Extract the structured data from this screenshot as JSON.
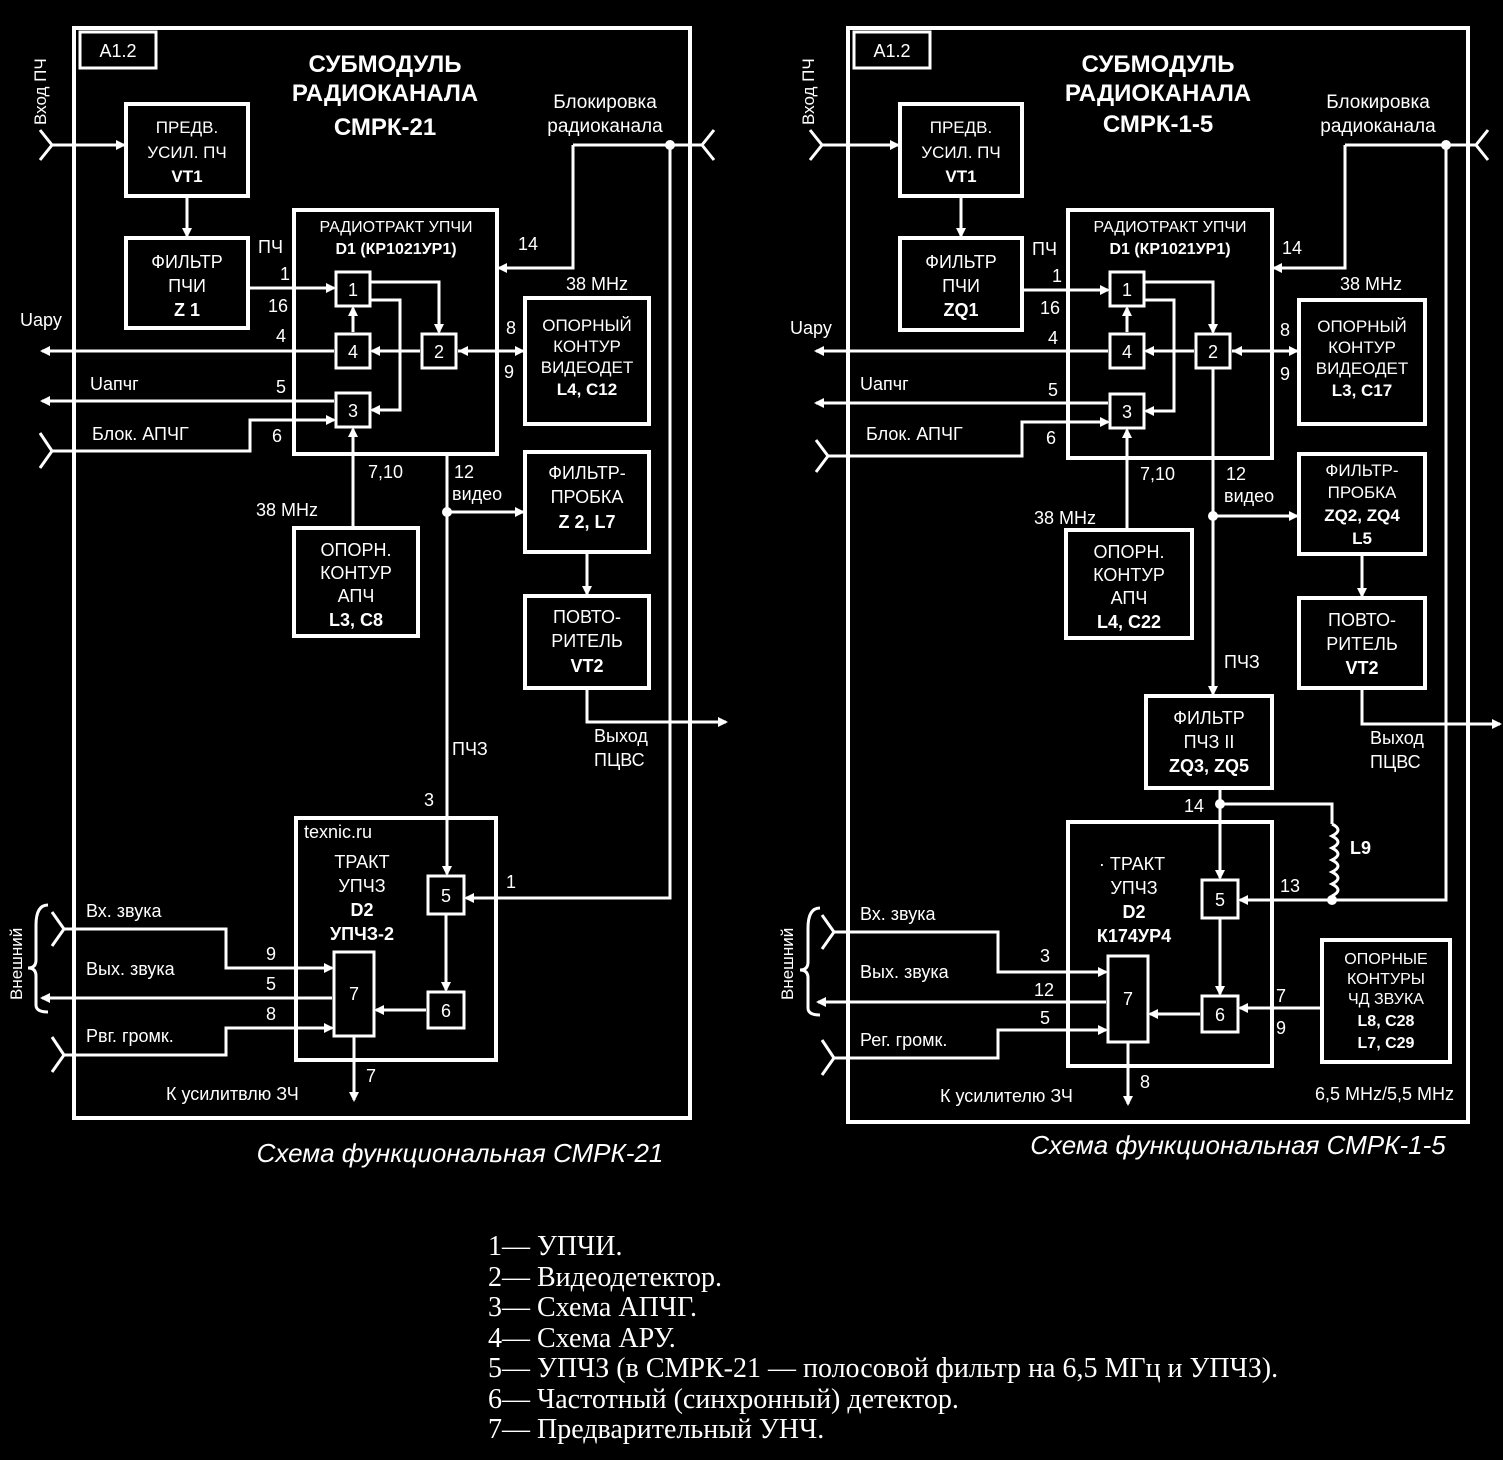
{
  "diagrams": [
    {
      "id": "smrk21",
      "module_id": "A1.2",
      "title": [
        "СУБМОДУЛЬ",
        "РАДИОКАНАЛА",
        "СМРК-21"
      ],
      "blocking_label": [
        "Блокировка",
        "радиоканала"
      ],
      "input_label": "Вход ПЧ",
      "external_label": "Внешний",
      "preamp": [
        "ПРЕДВ.",
        "УСИЛ. ПЧ",
        "VT1"
      ],
      "filter_pchi": [
        "ФИЛЬТР",
        "ПЧИ",
        "Z 1"
      ],
      "radiotrakt": [
        "РАДИОТРАКТ УПЧИ",
        "D1 (КР1021УР1)"
      ],
      "ref_video": [
        "ОПОРНЫЙ",
        "КОНТУР",
        "ВИДЕОДЕТ",
        "L4, C12"
      ],
      "filter_probka": [
        "ФИЛЬТР-",
        "ПРОБКА",
        "Z 2, L7"
      ],
      "repeater": [
        "ПОВТО-",
        "РИТЕЛЬ",
        "VT2"
      ],
      "ref_apch": [
        "ОПОРН.",
        "КОНТУР",
        "АПЧ",
        "L3, C8"
      ],
      "sound_tract": [
        "ТРАКТ",
        "УПЧЗ",
        "D2",
        "УПЧЗ-2"
      ],
      "watermark": "texnic.ru",
      "labels": {
        "pch": "ПЧ",
        "uaru": "Uару",
        "uapchg": "Uапчг",
        "blok_apchg": "Блок. АПЧГ",
        "mhz_38a": "38 MHz",
        "mhz_38b": "38 MHz",
        "pin_7_10": "7,10",
        "pin_12": "12",
        "video": "видео",
        "pchz": "ПЧЗ",
        "out_pcvs": [
          "Выход",
          "ПЦВС"
        ],
        "vx_zvuka": "Вх. звука",
        "vyx_zvuka": "Вых. звука",
        "rg_gromk": "Рвг. громк.",
        "to_amp": "К усилитвлю ЗЧ"
      },
      "pins": {
        "p1": "1",
        "p16": "16",
        "p4": "4",
        "p5": "5",
        "p6": "6",
        "p14": "14",
        "p8": "8",
        "p9": "9",
        "p3": "3",
        "s1": "1",
        "s9": "9",
        "s5": "5",
        "s8": "8",
        "s7": "7"
      },
      "nodes": [
        "1",
        "2",
        "3",
        "4",
        "5",
        "6",
        "7"
      ],
      "caption": "Схема функциональная СМРК-21"
    },
    {
      "id": "smrk15",
      "module_id": "A1.2",
      "title": [
        "СУБМОДУЛЬ",
        "РАДИОКАНАЛА",
        "СМРК-1-5"
      ],
      "blocking_label": [
        "Блокировка",
        "радиоканала"
      ],
      "input_label": "Вход ПЧ",
      "external_label": "Внешний",
      "preamp": [
        "ПРЕДВ.",
        "УСИЛ. ПЧ",
        "VT1"
      ],
      "filter_pchi": [
        "ФИЛЬТР",
        "ПЧИ",
        "ZQ1"
      ],
      "radiotrakt": [
        "РАДИОТРАКТ УПЧИ",
        "D1 (КР1021УР1)"
      ],
      "ref_video": [
        "ОПОРНЫЙ",
        "КОНТУР",
        "ВИДЕОДЕТ",
        "L3, C17"
      ],
      "filter_probka": [
        "ФИЛЬТР-",
        "ПРОБКА",
        "ZQ2, ZQ4",
        "L5"
      ],
      "repeater": [
        "ПОВТО-",
        "РИТЕЛЬ",
        "VT2"
      ],
      "ref_apch": [
        "ОПОРН.",
        "КОНТУР",
        "АПЧ",
        "L4, C22"
      ],
      "filter_pchz": [
        "ФИЛЬТР",
        "ПЧЗ II",
        "ZQ3, ZQ5"
      ],
      "sound_tract": [
        "· ТРАКТ",
        "УПЧЗ",
        "D2",
        "К174УР4"
      ],
      "ref_sound": [
        "ОПОРНЫЕ",
        "КОНТУРЫ",
        "ЧД ЗВУКА",
        "L8, C28",
        "L7, C29"
      ],
      "labels": {
        "pch": "ПЧ",
        "uaru": "Uару",
        "uapchg": "Uапчг",
        "blok_apchg": "Блок. АПЧГ",
        "mhz_38a": "38 MHz",
        "mhz_38b": "38 MHz",
        "pin_7_10": "7,10",
        "pin_12": "12",
        "video": "видео",
        "pchz": "ПЧЗ",
        "out_pcvs": [
          "Выход",
          "ПЦВС"
        ],
        "vx_zvuka": "Вх. звука",
        "vyx_zvuka": "Вых. звука",
        "rg_gromk": "Рег. громк.",
        "to_amp": "К усилителю ЗЧ",
        "l9": "L9",
        "freq": "6,5 MHz/5,5 MHz"
      },
      "pins": {
        "p1": "1",
        "p16": "16",
        "p4": "4",
        "p5": "5",
        "p6": "6",
        "p14": "14",
        "p8": "8",
        "p9": "9",
        "p14b": "14",
        "p13": "13",
        "s3": "3",
        "s12": "12",
        "s5": "5",
        "s8": "8",
        "s7": "7",
        "s9": "9"
      },
      "nodes": [
        "1",
        "2",
        "3",
        "4",
        "5",
        "6",
        "7"
      ],
      "caption": "Схема функциональная СМРК-1-5"
    }
  ],
  "legend": [
    "1— УПЧИ.",
    "2— Видеодетектор.",
    "3— Схема АПЧГ.",
    "4— Схема АРУ.",
    "5— УПЧЗ (в СМРК-21 — полосовой фильтр на 6,5 МГц и УПЧЗ).",
    "6— Частотный (синхронный) детектор.",
    "7— Предварительный УНЧ."
  ]
}
